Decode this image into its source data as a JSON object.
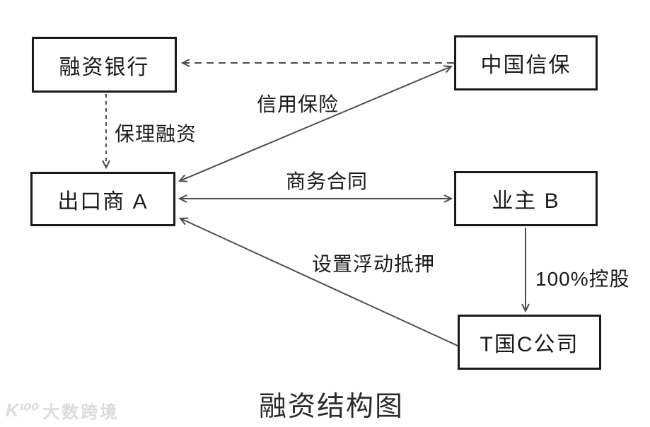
{
  "diagram": {
    "title": "融资结构图",
    "nodes": [
      {
        "id": "financing-bank",
        "label": "融资银行"
      },
      {
        "id": "sinosure",
        "label": "中国信保"
      },
      {
        "id": "exporter",
        "label": "出口商 A"
      },
      {
        "id": "owner",
        "label": "业主 B"
      },
      {
        "id": "company",
        "label": "T国C公司"
      }
    ],
    "edges": [
      {
        "from": "sinosure",
        "to": "financing-bank",
        "style": "dashed",
        "bidirectional": false,
        "label": ""
      },
      {
        "from": "financing-bank",
        "to": "exporter",
        "style": "dashed",
        "bidirectional": false,
        "label": "保理融资"
      },
      {
        "from": "sinosure",
        "to": "exporter",
        "style": "solid",
        "bidirectional": true,
        "label": "信用保险"
      },
      {
        "from": "exporter",
        "to": "owner",
        "style": "solid",
        "bidirectional": true,
        "label": "商务合同"
      },
      {
        "from": "owner",
        "to": "company",
        "style": "solid",
        "bidirectional": false,
        "label": "100%控股"
      },
      {
        "from": "company",
        "to": "exporter",
        "style": "solid",
        "bidirectional": false,
        "label": "设置浮动抵押"
      }
    ],
    "colors": {
      "line": "#4d4d4d",
      "box_border": "#1a1a1a",
      "text": "#1a1a1a",
      "background": "#ffffff",
      "watermark": "#dcdcdc"
    }
  },
  "watermark": {
    "logo": "K¹⁰⁰",
    "text": "大数跨境"
  }
}
